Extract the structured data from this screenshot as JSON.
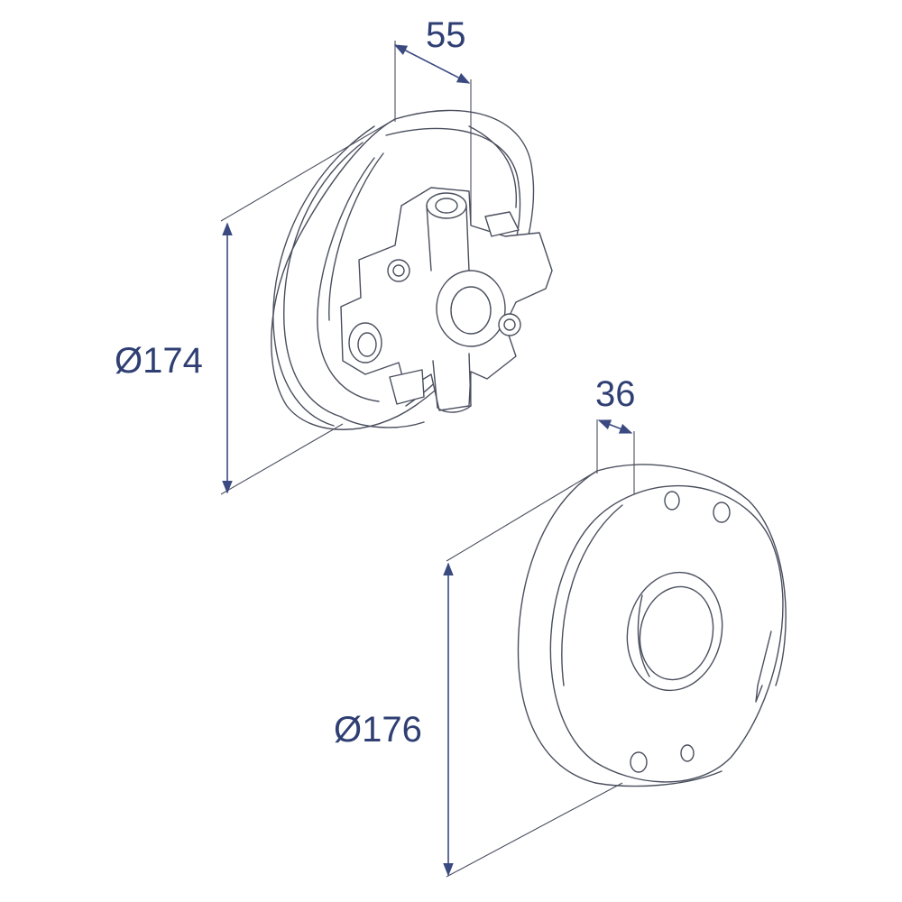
{
  "dimensions": {
    "depth_top": "55",
    "diameter_top": "Ø174",
    "depth_bottom": "36",
    "diameter_bottom": "Ø176"
  },
  "colors": {
    "dimension": "#2f3f73",
    "outline": "#4a4f5e",
    "background": "#ffffff"
  }
}
